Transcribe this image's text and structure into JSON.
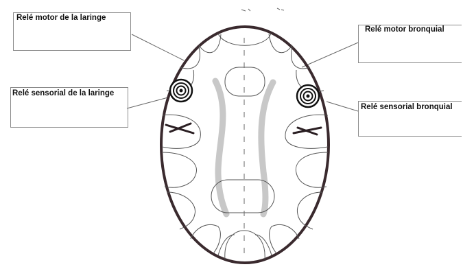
{
  "labels": {
    "larynx_motor": "Relé motor de la laringe",
    "larynx_sensory": "Relé sensorial de la laringe",
    "bronchial_motor": "Relé motor bronquial",
    "bronchial_sensory": "Relé sensorial bronquial"
  },
  "colors": {
    "outline": "#3a2a2e",
    "thin_line": "#555555",
    "grey_band": "#c8c8c8",
    "bracket": "#8a8a8a"
  }
}
